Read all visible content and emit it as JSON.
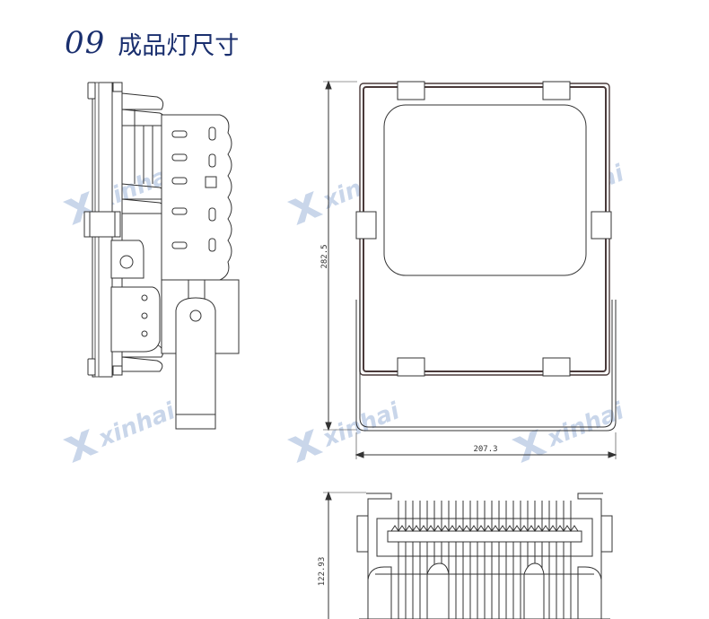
{
  "header": {
    "section_number": "09",
    "title": "成品灯尺寸"
  },
  "watermark": {
    "text": "xinhai",
    "color": "#c9d6ea"
  },
  "dimensions": {
    "front_height": "282.5",
    "front_width": "207.3",
    "bottom_height": "122.93"
  },
  "colors": {
    "title": "#1a2f6e",
    "line": "#333333",
    "frame": "#4a3a3a"
  }
}
